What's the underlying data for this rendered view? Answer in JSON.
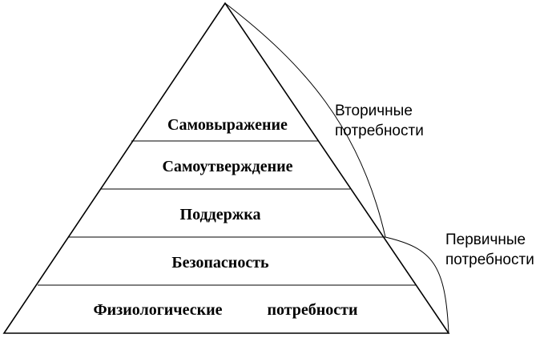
{
  "pyramid": {
    "levels": [
      {
        "label": "Самовыражение"
      },
      {
        "label": "Самоутверждение"
      },
      {
        "label": "Поддержка"
      },
      {
        "label": "Безопасность"
      },
      {
        "label_left": "Физиологические",
        "label_right": "потребности"
      }
    ]
  },
  "groups": {
    "secondary": {
      "line1": "Вторичные",
      "line2": "потребности"
    },
    "primary": {
      "line1": "Первичные",
      "line2": "потребности"
    }
  }
}
